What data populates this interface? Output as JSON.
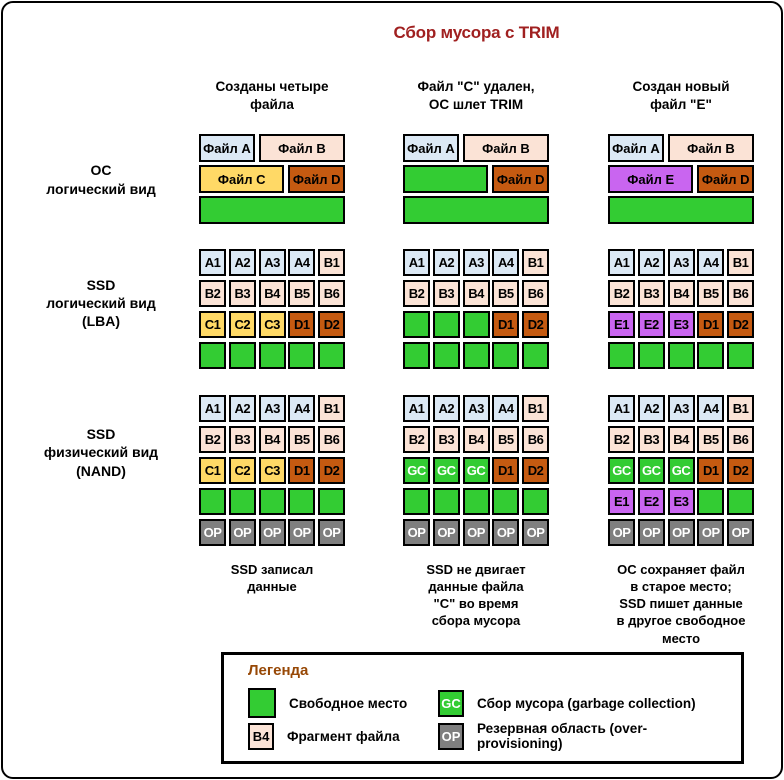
{
  "title": "Сбор мусора с TRIM",
  "colors": {
    "fileA": "#DCE9F5",
    "fileB": "#FBE3D6",
    "fileC": "#FFD966",
    "fileD": "#C55A11",
    "fileE": "#C965F0",
    "free": "#33CC33",
    "gc": "#33CC33",
    "op": "#7F7F7F",
    "title_text": "#A02020",
    "legend_title_text": "#974806",
    "border": "#000000"
  },
  "row_labels": {
    "os": "ОС\nлогический вид",
    "lba": "SSD\nлогический вид\n(LBA)",
    "nand": "SSD\nфизический вид\n(NAND)"
  },
  "columns": [
    {
      "header": "Созданы четыре\nфайла",
      "caption": "SSD записал\nданные",
      "os_rows": [
        [
          "Файл A.fileA.55",
          "Файл B.fileB.87"
        ],
        [
          "Файл C.fileC.85",
          "Файл D.fileD.55"
        ],
        [
          ".free.146"
        ]
      ],
      "lba": [
        [
          "A1.fileA",
          "A2.fileA",
          "A3.fileA",
          "A4.fileA",
          "B1.fileB"
        ],
        [
          "B2.fileB",
          "B3.fileB",
          "B4.fileB",
          "B5.fileB",
          "B6.fileB"
        ],
        [
          "C1.fileC",
          "C2.fileC",
          "C3.fileC",
          "D1.fileD",
          "D2.fileD"
        ],
        [
          ".free",
          ".free",
          ".free",
          ".free",
          ".free"
        ]
      ],
      "nand": [
        [
          "A1.fileA",
          "A2.fileA",
          "A3.fileA",
          "A4.fileA",
          "B1.fileB"
        ],
        [
          "B2.fileB",
          "B3.fileB",
          "B4.fileB",
          "B5.fileB",
          "B6.fileB"
        ],
        [
          "C1.fileC",
          "C2.fileC",
          "C3.fileC",
          "D1.fileD",
          "D2.fileD"
        ],
        [
          ".free",
          ".free",
          ".free",
          ".free",
          ".free"
        ],
        [
          "OP.op",
          "OP.op",
          "OP.op",
          "OP.op",
          "OP.op"
        ]
      ]
    },
    {
      "header": "Файл \"C\" удален,\nОС шлет TRIM",
      "caption": "SSD не двигает\nданные файла\n\"C\" во время\nсбора мусора",
      "os_rows": [
        [
          "Файл A.fileA.55",
          "Файл B.fileB.87"
        ],
        [
          ".free.85",
          "Файл D.fileD.55"
        ],
        [
          ".free.146"
        ]
      ],
      "lba": [
        [
          "A1.fileA",
          "A2.fileA",
          "A3.fileA",
          "A4.fileA",
          "B1.fileB"
        ],
        [
          "B2.fileB",
          "B3.fileB",
          "B4.fileB",
          "B5.fileB",
          "B6.fileB"
        ],
        [
          ".free",
          ".free",
          ".free",
          "D1.fileD",
          "D2.fileD"
        ],
        [
          ".free",
          ".free",
          ".free",
          ".free",
          ".free"
        ]
      ],
      "nand": [
        [
          "A1.fileA",
          "A2.fileA",
          "A3.fileA",
          "A4.fileA",
          "B1.fileB"
        ],
        [
          "B2.fileB",
          "B3.fileB",
          "B4.fileB",
          "B5.fileB",
          "B6.fileB"
        ],
        [
          "GC.gc",
          "GC.gc",
          "GC.gc",
          "D1.fileD",
          "D2.fileD"
        ],
        [
          ".free",
          ".free",
          ".free",
          ".free",
          ".free"
        ],
        [
          "OP.op",
          "OP.op",
          "OP.op",
          "OP.op",
          "OP.op"
        ]
      ]
    },
    {
      "header": "Создан новый\nфайл \"E\"",
      "caption": "ОС сохраняет файл\nв старое место;\nSSD пишет данные\nв другое свободное\nместо",
      "os_rows": [
        [
          "Файл A.fileA.55",
          "Файл B.fileB.87"
        ],
        [
          "Файл E.fileE.85",
          "Файл D.fileD.55"
        ],
        [
          ".free.146"
        ]
      ],
      "lba": [
        [
          "A1.fileA",
          "A2.fileA",
          "A3.fileA",
          "A4.fileA",
          "B1.fileB"
        ],
        [
          "B2.fileB",
          "B3.fileB",
          "B4.fileB",
          "B5.fileB",
          "B6.fileB"
        ],
        [
          "E1.fileE",
          "E2.fileE",
          "E3.fileE",
          "D1.fileD",
          "D2.fileD"
        ],
        [
          ".free",
          ".free",
          ".free",
          ".free",
          ".free"
        ]
      ],
      "nand": [
        [
          "A1.fileA",
          "A2.fileA",
          "A3.fileA",
          "A4.fileA",
          "B1.fileB"
        ],
        [
          "B2.fileB",
          "B3.fileB",
          "B4.fileB",
          "B5.fileB",
          "B6.fileB"
        ],
        [
          "GC.gc",
          "GC.gc",
          "GC.gc",
          "D1.fileD",
          "D2.fileD"
        ],
        [
          "E1.fileE",
          "E2.fileE",
          "E3.fileE",
          ".free",
          ".free"
        ],
        [
          "OP.op",
          "OP.op",
          "OP.op",
          "OP.op",
          "OP.op"
        ]
      ]
    }
  ],
  "legend": {
    "title": "Легенда",
    "items": [
      {
        "swatch": "",
        "type": "free",
        "label": "Свободное место"
      },
      {
        "swatch": "GC",
        "type": "gc",
        "label": "Сбор мусора (garbage collection)"
      },
      {
        "swatch": "B4",
        "type": "fileB",
        "label": "Фрагмент файла"
      },
      {
        "swatch": "OP",
        "type": "op",
        "label": "Резервная область (over-provisioning)"
      }
    ]
  }
}
